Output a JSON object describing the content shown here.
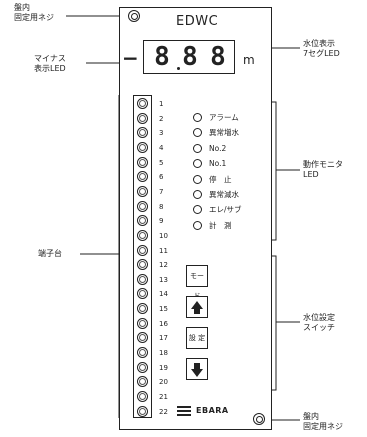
{
  "panel": {
    "title": "EDWC",
    "display": {
      "digits": [
        "8",
        "8",
        "8"
      ],
      "unit": "m",
      "sign": "−"
    },
    "terminals": [
      "1",
      "2",
      "3",
      "4",
      "5",
      "6",
      "7",
      "8",
      "9",
      "10",
      "11",
      "12",
      "13",
      "14",
      "15",
      "16",
      "17",
      "18",
      "19",
      "20",
      "21",
      "22"
    ],
    "leds": [
      "アラーム",
      "異常増水",
      "No.2",
      "No.1",
      "停　止",
      "異常減水",
      "エレ/サブ",
      "計　測"
    ],
    "keys": {
      "mode": "モード",
      "set": "設 定"
    },
    "brand": "EBARA"
  },
  "callouts": {
    "top_screw": [
      "盤内",
      "固定用ネジ"
    ],
    "minus_led": [
      "マイナス",
      "表示LED"
    ],
    "seg_display": [
      "水位表示",
      "7セグLED"
    ],
    "monitor_led": [
      "動作モニタ",
      "LED"
    ],
    "terminal_block": "端子台",
    "level_switch": [
      "水位設定",
      "スイッチ"
    ],
    "bottom_screw": [
      "盤内",
      "固定用ネジ"
    ]
  }
}
